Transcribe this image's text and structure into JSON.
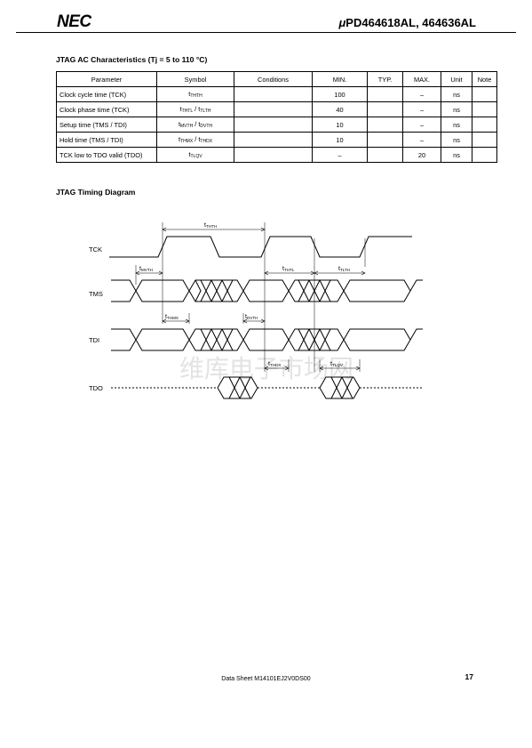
{
  "header": {
    "brand": "NEC",
    "part_mu": "μ",
    "part_rest": "PD464618AL, 464636AL"
  },
  "ac_section": {
    "title": "JTAG AC Characteristics (Tj = 5 to 110 °C)",
    "columns": [
      "Parameter",
      "Symbol",
      "Conditions",
      "MIN.",
      "TYP.",
      "MAX.",
      "Unit",
      "Note"
    ],
    "rows": [
      {
        "parameter": "Clock cycle time (TCK)",
        "sym1_base": "t",
        "sym1_sub": "THTH",
        "sym_sep": "",
        "sym2_base": "",
        "sym2_sub": "",
        "conditions": "",
        "min": "100",
        "typ": "",
        "max": "–",
        "unit": "ns",
        "note": ""
      },
      {
        "parameter": "Clock phase time (TCK)",
        "sym1_base": "t",
        "sym1_sub": "THTL",
        "sym_sep": " / ",
        "sym2_base": "t",
        "sym2_sub": "TLTH",
        "conditions": "",
        "min": "40",
        "typ": "",
        "max": "–",
        "unit": "ns",
        "note": ""
      },
      {
        "parameter": "Setup time (TMS / TDI)",
        "sym1_base": "t",
        "sym1_sub": "MVTH",
        "sym_sep": " / ",
        "sym2_base": "t",
        "sym2_sub": "DVTH",
        "conditions": "",
        "min": "10",
        "typ": "",
        "max": "–",
        "unit": "ns",
        "note": ""
      },
      {
        "parameter": "Hold time (TMS / TDI)",
        "sym1_base": "t",
        "sym1_sub": "THMX",
        "sym_sep": " / ",
        "sym2_base": "t",
        "sym2_sub": "THDX",
        "conditions": "",
        "min": "10",
        "typ": "",
        "max": "–",
        "unit": "ns",
        "note": ""
      },
      {
        "parameter": "TCK low to TDO valid (TDO)",
        "sym1_base": "t",
        "sym1_sub": "TLQV",
        "sym_sep": "",
        "sym2_base": "",
        "sym2_sub": "",
        "conditions": "",
        "min": "–",
        "typ": "",
        "max": "20",
        "unit": "ns",
        "note": ""
      }
    ]
  },
  "timing_section": {
    "title": "JTAG Timing Diagram",
    "signals": [
      "TCK",
      "TMS",
      "TDI",
      "TDO"
    ],
    "timing_labels": {
      "thth": {
        "base": "t",
        "sub": "THTH"
      },
      "tmvth": {
        "base": "t",
        "sub": "MVTH"
      },
      "tthtl": {
        "base": "t",
        "sub": "THTL"
      },
      "ttlth": {
        "base": "t",
        "sub": "TLTH"
      },
      "tthmx": {
        "base": "t",
        "sub": "THMX"
      },
      "tdvth": {
        "base": "t",
        "sub": "DVTH"
      },
      "tthdx": {
        "base": "t",
        "sub": "THDX"
      },
      "ttlqv": {
        "base": "t",
        "sub": "TLQV"
      }
    },
    "watermark": "维库电子市场网"
  },
  "footer": {
    "doc_number": "Data Sheet  M14101EJ2V0DS00",
    "page_number": "17"
  }
}
